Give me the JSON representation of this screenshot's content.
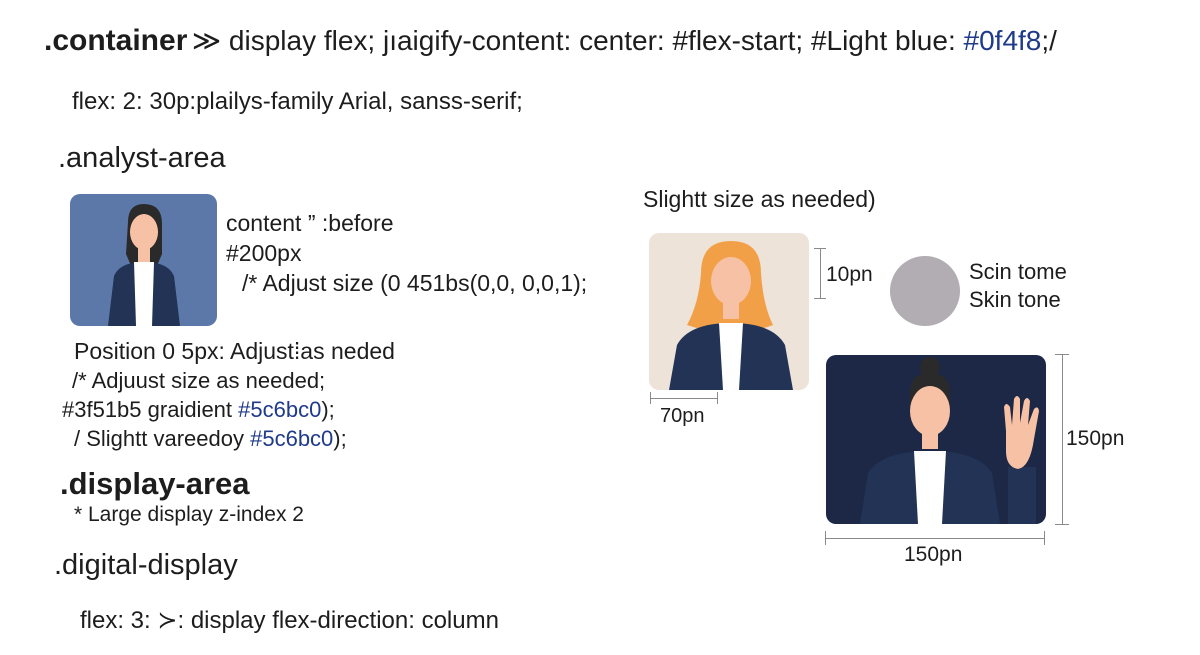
{
  "line1": {
    "selector": ".container",
    "sep": "≫",
    "text_a": " display flex; jıaigify-content: center: #flex-start; #Light blue: ",
    "hex": "#0f4f8",
    "text_b": ";/"
  },
  "line2": "flex: 2: 30p:plailys-family Arial, sanss-serif;",
  "analyst_heading": ".analyst-area",
  "analyst_lines": {
    "l1": "content ” :before",
    "l2": "#200px",
    "l3": "/* Adjust size (0 451bs(0,0, 0,0,1);"
  },
  "position_lines": {
    "p1": "Position 0 5px: Adjust⁞as neded",
    "p2": "/* Adjuust size as needed;",
    "p3a": "#3f51b5 graidient ",
    "p3hex": "#5c6bc0",
    "p3b": ");",
    "p4a": "/ Slightt vareedoy ",
    "p4hex": "#5c6bc0",
    "p4b": ");"
  },
  "display_heading": ".display-area",
  "display_note": "* Large display z-index 2",
  "digital_heading": ".digital-display",
  "digital_line": "flex: 3: ≻: display flex-direction: column",
  "right": {
    "caption": "Slightt size as needed)",
    "dim_10": "10pn",
    "skin_1": "Scin tome",
    "skin_2": "Skin tone",
    "dim_70": "70pn",
    "dim_150_v": "150pn",
    "dim_150_h": "150pn"
  },
  "colors": {
    "hex_text": "#1f3a8a",
    "skin_swatch": "#b2adb3",
    "avatar1_bg": "#5b78a8",
    "avatar2_bg": "#ede3d8",
    "avatar3_bg": "#1c2846",
    "jacket": "#223355",
    "skin": "#f6c1a4",
    "hair_dark": "#2a2a2a",
    "hair_blonde": "#f2a047"
  }
}
